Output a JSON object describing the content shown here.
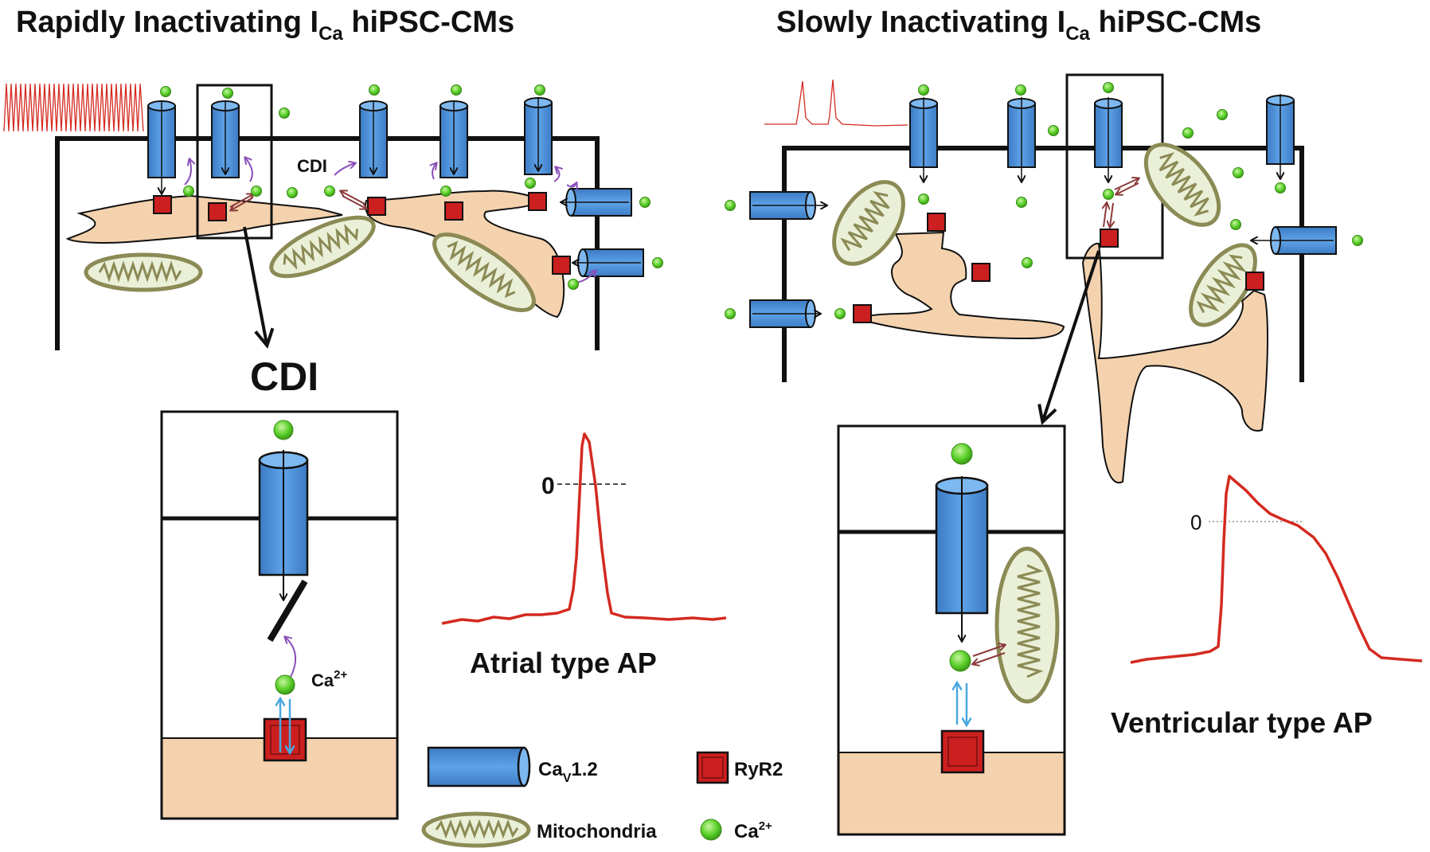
{
  "titles": {
    "left_main": "Rapidly Inactivating I",
    "left_sub": "Ca",
    "left_rest": " hiPSC-CMs",
    "right_main": "Slowly Inactivating I",
    "right_sub": "Ca",
    "right_rest": " hiPSC-CMs"
  },
  "labels": {
    "cdi_small": "CDI",
    "cdi_big": "CDI",
    "ca_ion": "Ca",
    "ca_ion_sup": "2+",
    "zero_left": "0",
    "zero_right": "0",
    "atrial": "Atrial type AP",
    "ventricular": "Ventricular type AP"
  },
  "legend": {
    "cav_main": "Ca",
    "cav_sub": "V",
    "cav_rest": "1.2",
    "ryr2": "RyR2",
    "mito": "Mitochondria",
    "ca_main": "Ca",
    "ca_sup": "2+"
  },
  "colors": {
    "channel": "#4a8fd6",
    "ryr2": "#cc1f1f",
    "mito_outer": "#8c8a55",
    "sr": "#f5d2ae",
    "calcium": "#5bd12a",
    "ap_trace": "#d42a20",
    "cdi_arrow": "#8a4fb8",
    "exchange_arrow": "#8b3a3a",
    "release_arrow": "#4aa8e0"
  },
  "icons": [
    "cylinder-channel-icon",
    "ryr2-square-icon",
    "mitochondria-icon",
    "calcium-ion-icon"
  ]
}
